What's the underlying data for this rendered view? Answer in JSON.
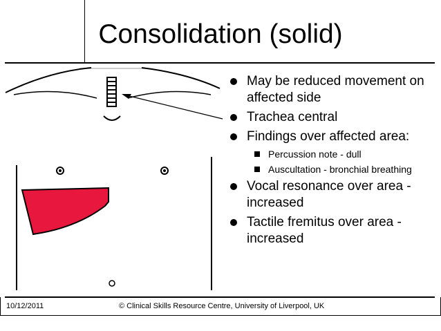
{
  "slide": {
    "title": "Consolidation (solid)",
    "bullets": [
      {
        "text": "May be reduced movement on affected side"
      },
      {
        "text": "Trachea central"
      },
      {
        "text": "Findings over affected area:",
        "sub": [
          {
            "text": "Percussion note - dull"
          },
          {
            "text": "Auscultation - bronchial breathing"
          }
        ]
      },
      {
        "text": "Vocal resonance over area - increased"
      },
      {
        "text": "Tactile fremitus over area - increased"
      }
    ]
  },
  "footer": {
    "date": "10/12/2011",
    "copyright": "© Clinical Skills Resource Centre, University of Liverpool, UK"
  },
  "colors": {
    "consolidation_fill": "#e8173d",
    "line": "#000000"
  }
}
